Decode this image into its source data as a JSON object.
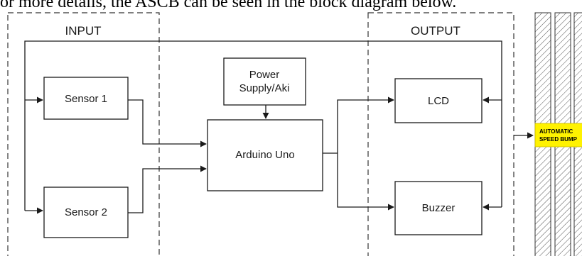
{
  "caption": "or more details, the ASCB can be seen in the block diagram below.",
  "groups": {
    "input_label": "INPUT",
    "output_label": "OUTPUT"
  },
  "blocks": {
    "sensor1": "Sensor 1",
    "sensor2": "Sensor 2",
    "power_line1": "Power",
    "power_line2": "Supply/Aki",
    "arduino": "Arduino Uno",
    "lcd": "LCD",
    "buzzer": "Buzzer"
  },
  "badge": {
    "line1": "AUTOMATIC",
    "line2": "SPEED BUMP",
    "color": "#fff200"
  },
  "colors": {
    "line": "#1a1a1a",
    "dash": "#333333",
    "hatch": "#555555"
  }
}
